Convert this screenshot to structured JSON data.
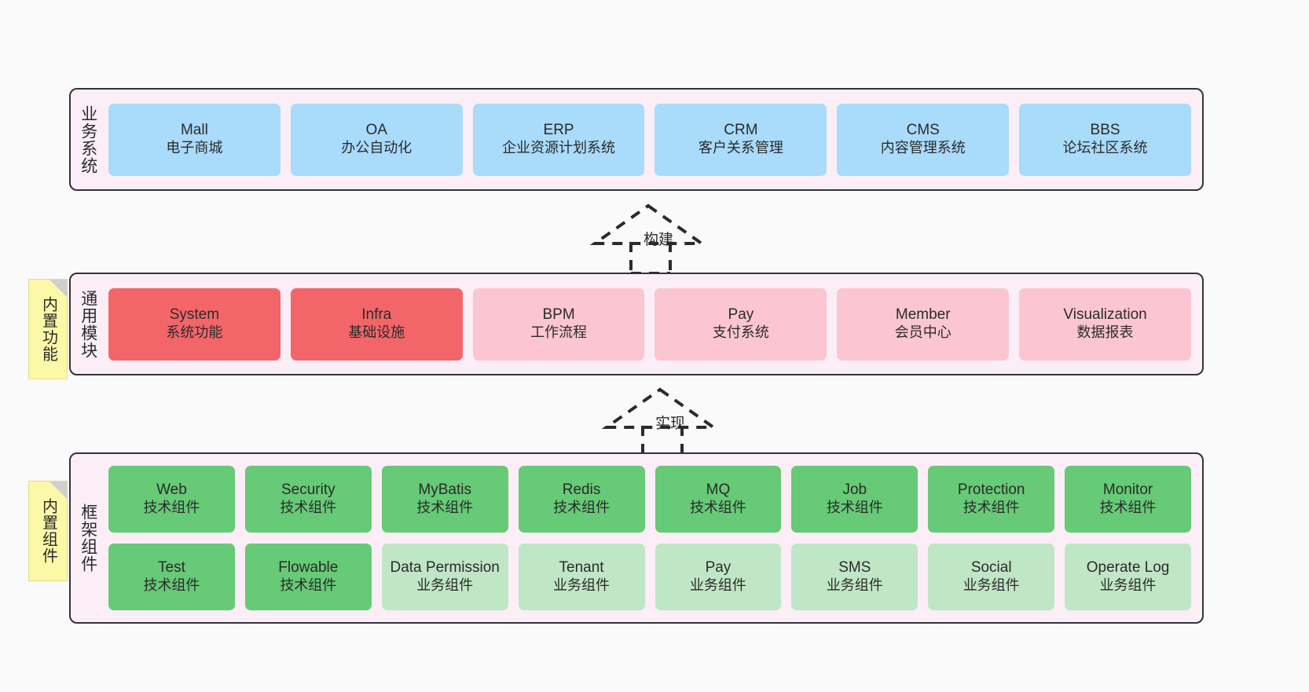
{
  "layers": [
    {
      "id": "business",
      "title": "业务系统",
      "nodes": [
        {
          "title": "Mall",
          "sub": "电子商城",
          "style": "blue"
        },
        {
          "title": "OA",
          "sub": "办公自动化",
          "style": "blue"
        },
        {
          "title": "ERP",
          "sub": "企业资源计划系统",
          "style": "blue"
        },
        {
          "title": "CRM",
          "sub": "客户关系管理",
          "style": "blue"
        },
        {
          "title": "CMS",
          "sub": "内容管理系统",
          "style": "blue"
        },
        {
          "title": "BBS",
          "sub": "论坛社区系统",
          "style": "blue"
        }
      ]
    },
    {
      "id": "common",
      "title": "通用模块",
      "note": "内置功能",
      "nodes": [
        {
          "title": "System",
          "sub": "系统功能",
          "style": "red-strong"
        },
        {
          "title": "Infra",
          "sub": "基础设施",
          "style": "red-strong"
        },
        {
          "title": "BPM",
          "sub": "工作流程",
          "style": "red-light"
        },
        {
          "title": "Pay",
          "sub": "支付系统",
          "style": "red-light"
        },
        {
          "title": "Member",
          "sub": "会员中心",
          "style": "red-light"
        },
        {
          "title": "Visualization",
          "sub": "数据报表",
          "style": "red-light"
        }
      ]
    },
    {
      "id": "framework",
      "title": "框架组件",
      "note": "内置组件",
      "row1": [
        {
          "title": "Web",
          "sub": "技术组件",
          "style": "green-strong"
        },
        {
          "title": "Security",
          "sub": "技术组件",
          "style": "green-strong"
        },
        {
          "title": "MyBatis",
          "sub": "技术组件",
          "style": "green-strong"
        },
        {
          "title": "Redis",
          "sub": "技术组件",
          "style": "green-strong"
        },
        {
          "title": "MQ",
          "sub": "技术组件",
          "style": "green-strong"
        },
        {
          "title": "Job",
          "sub": "技术组件",
          "style": "green-strong"
        },
        {
          "title": "Protection",
          "sub": "技术组件",
          "style": "green-strong"
        },
        {
          "title": "Monitor",
          "sub": "技术组件",
          "style": "green-strong"
        }
      ],
      "row2": [
        {
          "title": "Test",
          "sub": "技术组件",
          "style": "green-strong"
        },
        {
          "title": "Flowable",
          "sub": "技术组件",
          "style": "green-strong"
        },
        {
          "title": "Data Permission",
          "sub": "业务组件",
          "style": "green-light"
        },
        {
          "title": "Tenant",
          "sub": "业务组件",
          "style": "green-light"
        },
        {
          "title": "Pay",
          "sub": "业务组件",
          "style": "green-light"
        },
        {
          "title": "SMS",
          "sub": "业务组件",
          "style": "green-light"
        },
        {
          "title": "Social",
          "sub": "业务组件",
          "style": "green-light"
        },
        {
          "title": "Operate Log",
          "sub": "业务组件",
          "style": "green-light"
        }
      ]
    }
  ],
  "arrows": [
    {
      "id": "build",
      "label": "构建"
    },
    {
      "id": "implement",
      "label": "实现"
    }
  ],
  "colors": {
    "panel_bg": "#fbeef7",
    "panel_border": "#33333a",
    "blue": "#a9dbfb",
    "red_strong": "#f2666a",
    "red_light": "#fbc6cf",
    "green_strong": "#66ca76",
    "green_light": "#c0e7c5",
    "note_bg": "#fbf8a8",
    "canvas_bg": "#fafafa"
  }
}
